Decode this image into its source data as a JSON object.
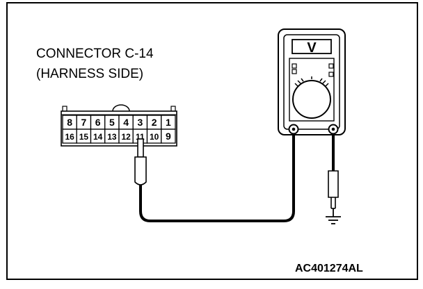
{
  "connector": {
    "title_line1": "CONNECTOR C-14",
    "title_line2": "(HARNESS SIDE)",
    "top_pins": [
      "8",
      "7",
      "6",
      "5",
      "4",
      "3",
      "2",
      "1"
    ],
    "bottom_pins": [
      "16",
      "15",
      "14",
      "13",
      "12",
      "11",
      "10",
      "9"
    ]
  },
  "meter": {
    "mode_symbol": "V"
  },
  "figure_code": "AC401274AL"
}
